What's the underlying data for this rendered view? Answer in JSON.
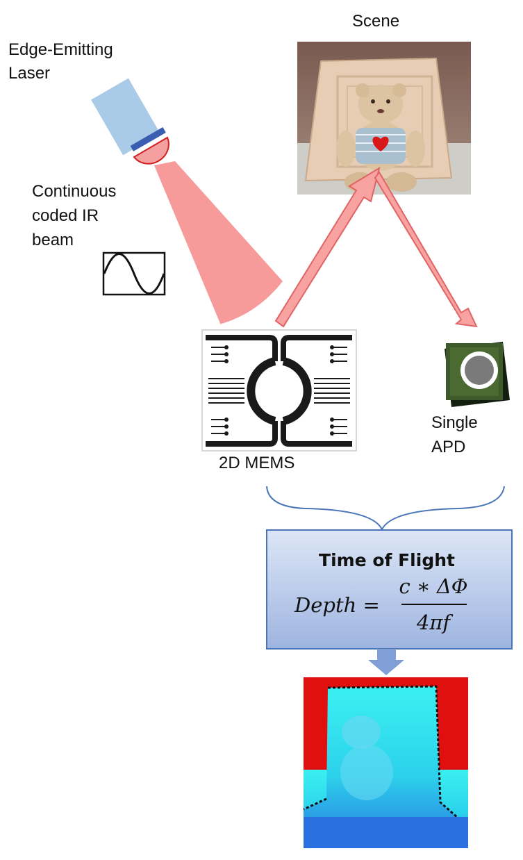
{
  "labels": {
    "laser_line1": "Edge-Emitting",
    "laser_line2": "Laser",
    "beam_line1": "Continuous",
    "beam_line2": "coded IR",
    "beam_line3": "beam",
    "scene": "Scene",
    "mems": "2D MEMS",
    "apd_line1": "Single",
    "apd_line2": "APD"
  },
  "tof": {
    "title": "Time of Flight",
    "lhs": "Depth =",
    "numerator": "c ∗ ΔΦ",
    "denominator": "4πf"
  },
  "colors": {
    "laser_body": "#a9cbe8",
    "laser_band": "#3a5fb0",
    "lens": "#f4a0a0",
    "lens_stroke": "#d02020",
    "beam": "#f79a9a",
    "arrow_fill": "#f8a2a2",
    "arrow_stroke": "#e06464",
    "mems_black": "#1a1a1a",
    "apd_green": "#3e5a2a",
    "apd_dark": "#14200f",
    "apd_inner": "#7a7a7a",
    "brace": "#4a76b8",
    "tof_fill_top": "#dce6f6",
    "tof_fill_bottom": "#9eb4e0",
    "tof_stroke": "#4a76b8",
    "depth_near": "#2a70e0",
    "depth_mid": "#2ee8ee",
    "depth_far": "#e01010"
  }
}
